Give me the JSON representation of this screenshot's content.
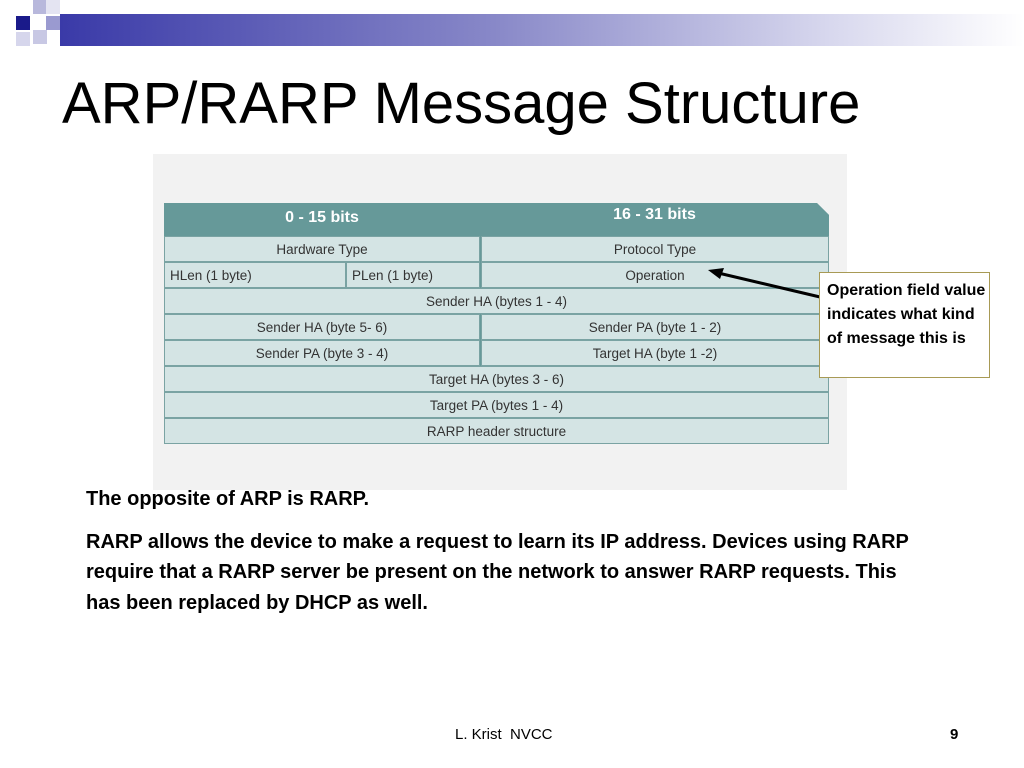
{
  "slide": {
    "title": "ARP/RARP Message Structure"
  },
  "figure": {
    "header_left": "0 - 15 bits",
    "header_right": "16 - 31 bits",
    "rows": [
      [
        "Hardware Type",
        "Protocol Type"
      ],
      [
        "HLen (1 byte)",
        "PLen (1 byte)",
        "Operation"
      ],
      [
        "Sender HA (bytes 1 - 4)"
      ],
      [
        "Sender HA (byte 5- 6)",
        "Sender PA (byte 1 - 2)"
      ],
      [
        "Sender PA (byte 3 - 4)",
        "Target HA (byte 1 -2)"
      ],
      [
        "Target HA (bytes 3 - 6)"
      ],
      [
        "Target PA (bytes 1 - 4)"
      ],
      [
        "RARP header structure"
      ]
    ]
  },
  "callout": {
    "text": "Operation field value indicates what kind of message this is"
  },
  "body": {
    "paragraph1": "The opposite of ARP is RARP.",
    "paragraph2": "RARP allows the device to make a request to learn its IP address. Devices using RARP require that a RARP server be present on the network to answer RARP requests. This has been replaced by DHCP as well."
  },
  "footer": {
    "author": "L. Krist  NVCC",
    "page_number": "9"
  },
  "colors": {
    "header_teal": "#669999",
    "cell_fill": "#d4e4e4",
    "decor_navy": "#1a1a8a"
  }
}
